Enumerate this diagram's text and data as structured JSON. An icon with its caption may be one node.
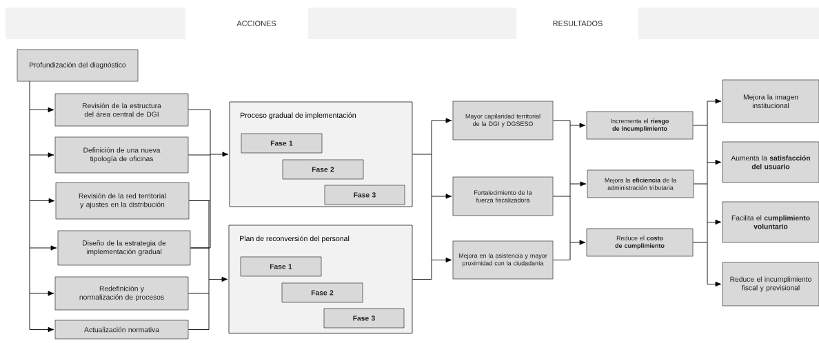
{
  "diagram": {
    "nodes": [
      {
        "text": [
          "Profundización del diagnóstico"
        ]
      },
      {
        "text": [
          "Revisión de la estructura del área central de DGI"
        ]
      },
      {
        "text": [
          "Definición de una nueva tipología de oficinas"
        ]
      },
      {
        "text": [
          "Revisión de la red territorial y ajustes en la distribución"
        ]
      },
      {
        "text": [
          "Diseño de la estrategia de implementación gradual"
        ]
      },
      {
        "text": [
          "Redefinición y normalización de procesos"
        ]
      },
      {
        "text": [
          "Actualización normativa"
        ]
      },
      {
        "text": [
          "Proceso gradual de implementación"
        ]
      },
      {
        "text": [
          "Fase 1"
        ],
        "in": 7
      },
      {
        "text": [
          "Fase 2"
        ],
        "in": 7
      },
      {
        "text": [
          "Fase 3"
        ],
        "in": 7
      },
      {
        "text": [
          "Plan de reconversión del personal"
        ]
      },
      {
        "text": [
          "Fase 1"
        ],
        "in": 11
      },
      {
        "text": [
          "Fase 2"
        ],
        "in": 11
      },
      {
        "text": [
          "Fase 3"
        ],
        "in": 11
      },
      {
        "text": [
          "Mayor capilaridad territorial de la DGI y DGSESO"
        ]
      },
      {
        "text": [
          "Fortalecimiento de la fuerza fiscalizadora"
        ]
      },
      {
        "text": [
          "Mejora en la asistencia y mayor proximidad con la ciudadanía"
        ]
      },
      {
        "text": [
          "Incrementa el **riesgo de incumplimiento**"
        ]
      },
      {
        "text": [
          "Mejora la **eficiencia** de la administración tributaria"
        ]
      },
      {
        "text": [
          "Reduce el **costo de cumplimiento**"
        ]
      },
      {
        "text": [
          "Mejora la imagen institucional"
        ]
      },
      {
        "text": [
          "Aumenta la **satisfacción del usuario**"
        ]
      },
      {
        "text": [
          "Facilita el **cumplimiento voluntario**"
        ]
      },
      {
        "text": [
          "Reduce el incumplimiento fiscal y previsional"
        ]
      }
    ],
    "edges": [
      {
        "from": 0,
        "to": 1,
        "arrow": "to"
      },
      {
        "from": 0,
        "to": 2,
        "arrow": "to"
      },
      {
        "from": 0,
        "to": 3,
        "arrow": "to"
      },
      {
        "from": 0,
        "to": 4,
        "arrow": "to"
      },
      {
        "from": 0,
        "to": 5,
        "arrow": "to"
      },
      {
        "from": 0,
        "to": 6,
        "arrow": "to"
      },
      {
        "from": 1,
        "to": 7,
        "arrow": "to"
      },
      {
        "from": 2,
        "to": 7,
        "arrow": "to"
      },
      {
        "from": 3,
        "to": 7,
        "arrow": "to"
      },
      {
        "from": 4,
        "to": 7,
        "arrow": "to"
      },
      {
        "from": 3,
        "to": 11,
        "arrow": "to"
      },
      {
        "from": 4,
        "to": 11,
        "arrow": "to"
      },
      {
        "from": 5,
        "to": 11,
        "arrow": "to"
      },
      {
        "from": 6,
        "to": 11,
        "arrow": "to"
      },
      {
        "from": 7,
        "to": 15,
        "arrow": "to"
      },
      {
        "from": 7,
        "to": 16,
        "arrow": "to"
      },
      {
        "from": 7,
        "to": 17,
        "arrow": "to"
      },
      {
        "from": 11,
        "to": 15,
        "arrow": "to"
      },
      {
        "from": 11,
        "to": 16,
        "arrow": "to"
      },
      {
        "from": 11,
        "to": 17,
        "arrow": "to"
      },
      {
        "from": 15,
        "to": 18,
        "arrow": "to"
      },
      {
        "from": 15,
        "to": 19,
        "arrow": "to"
      },
      {
        "from": 15,
        "to": 20,
        "arrow": "to"
      },
      {
        "from": 16,
        "to": 18,
        "arrow": "to"
      },
      {
        "from": 16,
        "to": 19,
        "arrow": "to"
      },
      {
        "from": 16,
        "to": 20,
        "arrow": "to"
      },
      {
        "from": 17,
        "to": 18,
        "arrow": "to"
      },
      {
        "from": 17,
        "to": 19,
        "arrow": "to"
      },
      {
        "from": 17,
        "to": 20,
        "arrow": "to"
      },
      {
        "from": 18,
        "to": 21,
        "arrow": "to"
      },
      {
        "from": 18,
        "to": 22,
        "arrow": "to"
      },
      {
        "from": 18,
        "to": 23,
        "arrow": "to"
      },
      {
        "from": 18,
        "to": 24,
        "arrow": "to"
      },
      {
        "from": 19,
        "to": 21,
        "arrow": "to"
      },
      {
        "from": 19,
        "to": 22,
        "arrow": "to"
      },
      {
        "from": 19,
        "to": 23,
        "arrow": "to"
      },
      {
        "from": 19,
        "to": 24,
        "arrow": "to"
      },
      {
        "from": 20,
        "to": 21,
        "arrow": "to"
      },
      {
        "from": 20,
        "to": 22,
        "arrow": "to"
      },
      {
        "from": 20,
        "to": 23,
        "arrow": "to"
      },
      {
        "from": 20,
        "to": 24,
        "arrow": "to"
      }
    ],
    "labels": [
      "ACCIONES",
      "RESULTADOS"
    ]
  }
}
